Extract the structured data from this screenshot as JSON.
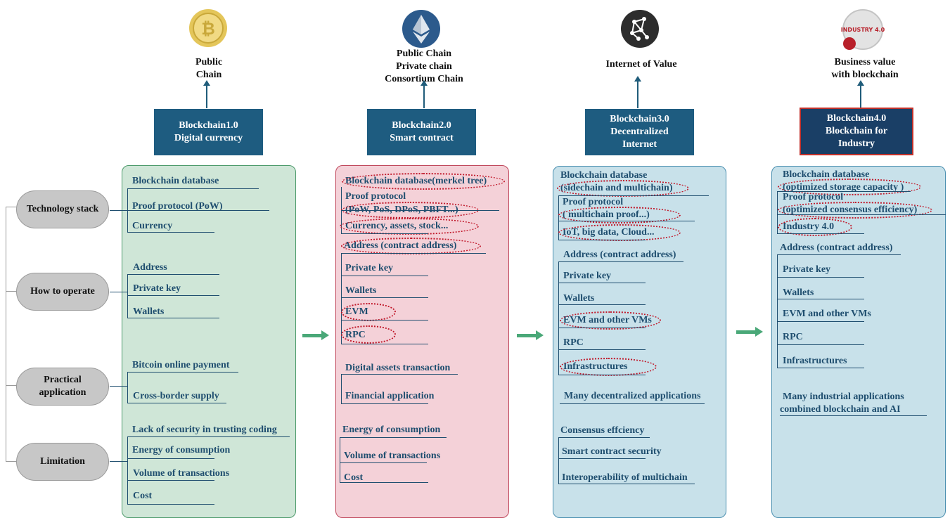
{
  "generations": [
    {
      "top_text": [
        "Public",
        "Chain"
      ],
      "box": [
        "Blockchain1.0",
        "Digital currency"
      ],
      "icon": "bitcoin-icon"
    },
    {
      "top_text": [
        "Public Chain",
        "Private chain",
        "Consortium Chain"
      ],
      "box": [
        "Blockchain2.0",
        "Smart contract"
      ],
      "icon": "ethereum-icon"
    },
    {
      "top_text": [
        "Internet of Value"
      ],
      "box": [
        "Blockchain3.0",
        "Decentralized",
        "Internet"
      ],
      "icon": "network-icon"
    },
    {
      "top_text": [
        "Business value",
        "with blockchain"
      ],
      "box": [
        "Blockchain4.0",
        "Blockchain for",
        "Industry"
      ],
      "icon": "industry-4-icon"
    }
  ],
  "categories": [
    "Technology stack",
    "How to operate",
    "Practical application",
    "Limitation"
  ],
  "col1": {
    "tech": [
      "Blockchain database",
      "Proof protocol (PoW)",
      "Currency"
    ],
    "operate": [
      "Address",
      "Private key",
      "Wallets"
    ],
    "apps": [
      "Bitcoin online payment",
      "Cross-border supply"
    ],
    "limits": [
      "Lack of security in trusting coding",
      "Energy of consumption",
      "Volume of transactions",
      "Cost"
    ]
  },
  "col2": {
    "tech": [
      "Blockchain database(merkel tree)",
      "Proof protocol",
      "(PoW, PoS, DPoS, PBFT...)",
      "Currency, assets, stock..."
    ],
    "operate": [
      "Address (contract address)",
      "Private key",
      "Wallets",
      "EVM",
      "RPC"
    ],
    "apps": [
      "Digital assets transaction",
      "Financial application"
    ],
    "limits": [
      "Energy of consumption",
      "Volume of transactions",
      "Cost"
    ]
  },
  "col3": {
    "tech": [
      "Blockchain database",
      "(sidechain and multichain)",
      "Proof protocol",
      "( multichain proof...)",
      "IoT, big data, Cloud..."
    ],
    "operate": [
      "Address (contract address)",
      "Private key",
      "Wallets",
      "EVM and other VMs",
      "RPC",
      "Infrastructures"
    ],
    "apps": [
      "Many decentralized applications"
    ],
    "limits": [
      "Consensus effciency",
      "Smart contract security",
      "Interoperability of multichain"
    ]
  },
  "col4": {
    "tech": [
      "Blockchain database",
      "(optimized storage capacity )",
      "Proof protocol",
      "(optimized consensus efficiency)",
      "Industry 4.0"
    ],
    "operate": [
      "Address (contract address)",
      "Private key",
      "Wallets",
      "EVM and other VMs",
      "RPC",
      "Infrastructures"
    ],
    "apps": [
      "Many industrial applications",
      "combined blockchain and AI"
    ]
  },
  "icon_text": {
    "industry": "INDUSTRY 4.0"
  },
  "colors": {
    "box": "#1e5c80",
    "panel1": "#cfe6d7",
    "panel2": "#f4d1d8",
    "panel3": "#c8e1ea",
    "highlight": "#c0182a",
    "arrow": "#4aa878"
  }
}
